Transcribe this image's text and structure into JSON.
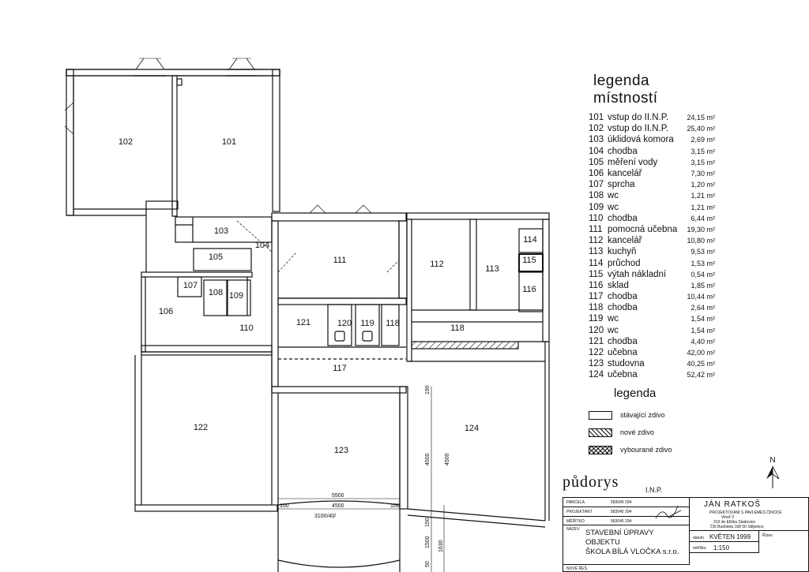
{
  "rooms_on_plan": [
    {
      "id": "r102",
      "label": "102"
    },
    {
      "id": "r101",
      "label": "101"
    },
    {
      "id": "r103",
      "label": "103"
    },
    {
      "id": "r105",
      "label": "105"
    },
    {
      "id": "r104",
      "label": "104"
    },
    {
      "id": "r111",
      "label": "111"
    },
    {
      "id": "r112",
      "label": "112"
    },
    {
      "id": "r113",
      "label": "113"
    },
    {
      "id": "r114",
      "label": "114"
    },
    {
      "id": "r115",
      "label": "115"
    },
    {
      "id": "r116",
      "label": "116"
    },
    {
      "id": "r107",
      "label": "107"
    },
    {
      "id": "r108",
      "label": "108"
    },
    {
      "id": "r109",
      "label": "109"
    },
    {
      "id": "r106",
      "label": "106"
    },
    {
      "id": "r110",
      "label": "110"
    },
    {
      "id": "r121",
      "label": "121"
    },
    {
      "id": "r120",
      "label": "120"
    },
    {
      "id": "r119",
      "label": "119"
    },
    {
      "id": "r118a",
      "label": "118"
    },
    {
      "id": "r118b",
      "label": "118"
    },
    {
      "id": "r117",
      "label": "117"
    },
    {
      "id": "r122",
      "label": "122"
    },
    {
      "id": "r123",
      "label": "123"
    },
    {
      "id": "r124",
      "label": "124"
    }
  ],
  "dimensions": {
    "d5500": "5500",
    "d4500": "4500",
    "d100a": "100",
    "d100b": "100",
    "d3100": "3100/40/",
    "v4500a": "4500",
    "v4500b": "4500",
    "v190": "190",
    "v150": "150",
    "v1500": "1500",
    "v1630": "1630",
    "v50": "50"
  },
  "legend_rooms": {
    "title": "legenda místností",
    "items": [
      {
        "n": "101",
        "name": "vstup do II.N.P.",
        "area": "24,15 m²"
      },
      {
        "n": "102",
        "name": "vstup do II.N.P.",
        "area": "25,40 m²"
      },
      {
        "n": "103",
        "name": "úklidová komora",
        "area": "2,69 m²"
      },
      {
        "n": "104",
        "name": "chodba",
        "area": "3,15 m²"
      },
      {
        "n": "105",
        "name": "měření vody",
        "area": "3,15 m²"
      },
      {
        "n": "106",
        "name": "kancelář",
        "area": "7,30 m²"
      },
      {
        "n": "107",
        "name": "sprcha",
        "area": "1,20 m²"
      },
      {
        "n": "108",
        "name": "wc",
        "area": "1,21 m²"
      },
      {
        "n": "109",
        "name": "wc",
        "area": "1,21 m²"
      },
      {
        "n": "110",
        "name": "chodba",
        "area": "6,44 m²"
      },
      {
        "n": "111",
        "name": "pomocná učebna",
        "area": "19,30 m²"
      },
      {
        "n": "112",
        "name": "kancelář",
        "area": "10,80 m²"
      },
      {
        "n": "113",
        "name": "kuchyň",
        "area": "9,53 m²"
      },
      {
        "n": "114",
        "name": "průchod",
        "area": "1,53 m²"
      },
      {
        "n": "115",
        "name": "výtah nákladní",
        "area": "0,54 m²"
      },
      {
        "n": "116",
        "name": "sklad",
        "area": "1,85 m²"
      },
      {
        "n": "117",
        "name": "chodba",
        "area": "10,44 m²"
      },
      {
        "n": "118",
        "name": "chodba",
        "area": "2,64 m²"
      },
      {
        "n": "119",
        "name": "wc",
        "area": "1,54 m²"
      },
      {
        "n": "120",
        "name": "wc",
        "area": "1,54 m²"
      },
      {
        "n": "121",
        "name": "chodba",
        "area": "4,40 m²"
      },
      {
        "n": "122",
        "name": "učebna",
        "area": "42,00 m²"
      },
      {
        "n": "123",
        "name": "studovna",
        "area": "40,25 m²"
      },
      {
        "n": "124",
        "name": "učebna",
        "area": "52,42 m²"
      }
    ]
  },
  "legend_walls": {
    "title": "legenda",
    "items": [
      {
        "style": "plain",
        "label": "stávající zdivo"
      },
      {
        "style": "hatch",
        "label": "nové zdivo"
      },
      {
        "style": "cross",
        "label": "vybourané zdivo"
      }
    ]
  },
  "drawing_title": {
    "main": "půdorys",
    "sub": "I.N.P."
  },
  "north": "N",
  "title_block": {
    "r1_label": "PARCELA",
    "r1_val": "583046 294",
    "r2_label": "PROJEKTANT",
    "r2_val": "583045 294",
    "r3_label": "MĚŘÍTKO",
    "r3_val": "583045 294",
    "r4_label": "NÁZEV",
    "project1": "STAVEBNÍ ÚPRAVY",
    "project2": "OBJEKTU",
    "project3": "ŠKOLA BÍLÁ VLOČKA s.r.o.",
    "r5_label": "NOVÉ ŘEŠ.",
    "firm": "JÁN RATKOŠ",
    "firm_sub1": "PROJEKTOVÁNÍ S PAVLEMES ČINOCE",
    "firm_sub2": "Vinoř V",
    "firm_sub3": "313 do Eliška Sladovice",
    "firm_sub4": "Čt6 Budoteta 168 56 Sttljonice",
    "date_label": "datum",
    "date_val": "KVĚTEN 1999",
    "scale_label": "měřítko",
    "scale_val": "1:150",
    "sheet_label": "Řízes"
  }
}
